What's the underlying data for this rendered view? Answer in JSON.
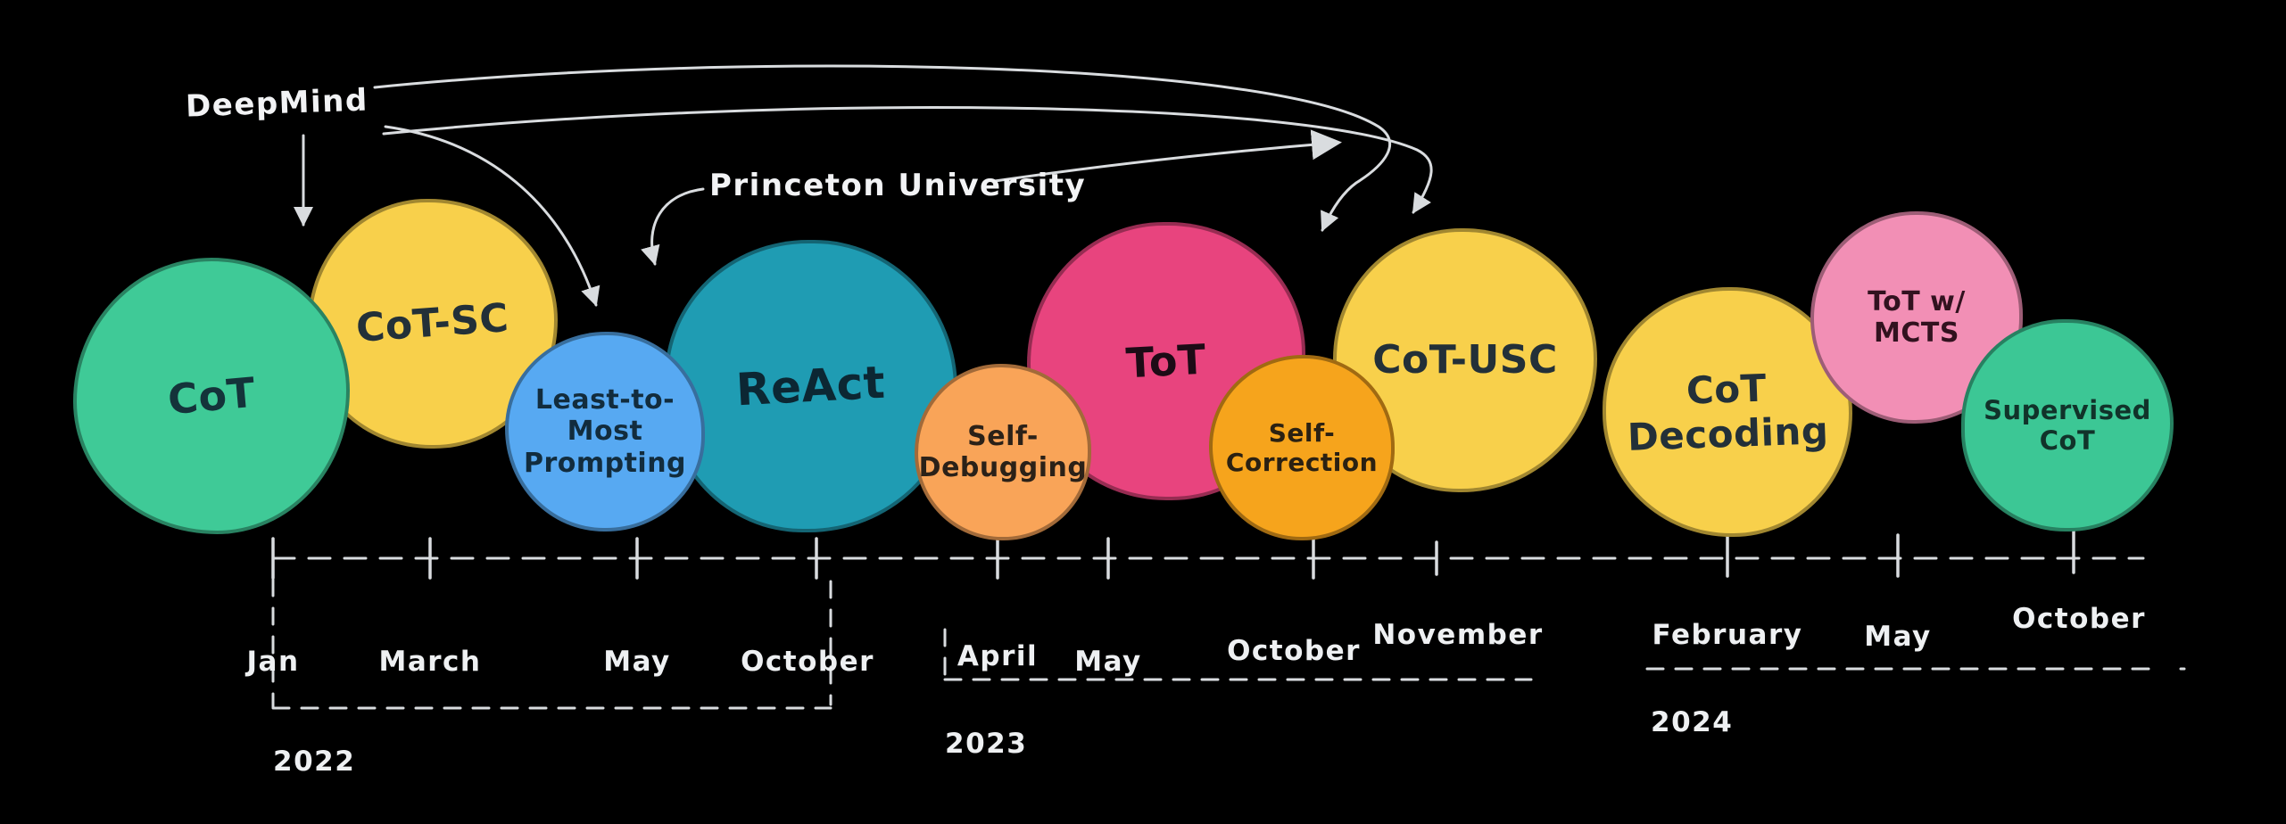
{
  "canvas": {
    "background": "#000000",
    "ink": "#d9dcdf"
  },
  "annotations": {
    "deepmind": "DeepMind",
    "princeton": "Princeton University"
  },
  "bubbles": [
    {
      "id": "cot",
      "label": "CoT",
      "color": "#3fca97",
      "text_color": "#14333a"
    },
    {
      "id": "cot-sc",
      "label": "CoT-SC",
      "color": "#f8d04b",
      "text_color": "#233038"
    },
    {
      "id": "least-to-most",
      "label": "Least-to-Most\nPrompting",
      "color": "#57a9f2",
      "text_color": "#122c3d"
    },
    {
      "id": "react",
      "label": "ReAct",
      "color": "#1f9cb3",
      "text_color": "#0c2733"
    },
    {
      "id": "self-debugging",
      "label": "Self-Debugging",
      "color": "#f9a458",
      "text_color": "#2b2118"
    },
    {
      "id": "tot",
      "label": "ToT",
      "color": "#e8447e",
      "text_color": "#1d0b16"
    },
    {
      "id": "self-correction",
      "label": "Self-Correction",
      "color": "#f6a41c",
      "text_color": "#2b2112"
    },
    {
      "id": "cot-usc",
      "label": "CoT-USC",
      "color": "#f8d04b",
      "text_color": "#233038"
    },
    {
      "id": "cot-decoding",
      "label": "CoT\nDecoding",
      "color": "#f8d04b",
      "text_color": "#233038"
    },
    {
      "id": "tot-mcts",
      "label": "ToT w/\nMCTS",
      "color": "#f28fb5",
      "text_color": "#32121f"
    },
    {
      "id": "supervised-cot",
      "label": "Supervised\nCoT",
      "color": "#3cc795",
      "text_color": "#11332a"
    }
  ],
  "timeline": {
    "months": [
      "Jan",
      "March",
      "May",
      "October",
      "April",
      "May",
      "October",
      "November",
      "February",
      "May",
      "October"
    ],
    "years": [
      "2022",
      "2023",
      "2024"
    ]
  }
}
